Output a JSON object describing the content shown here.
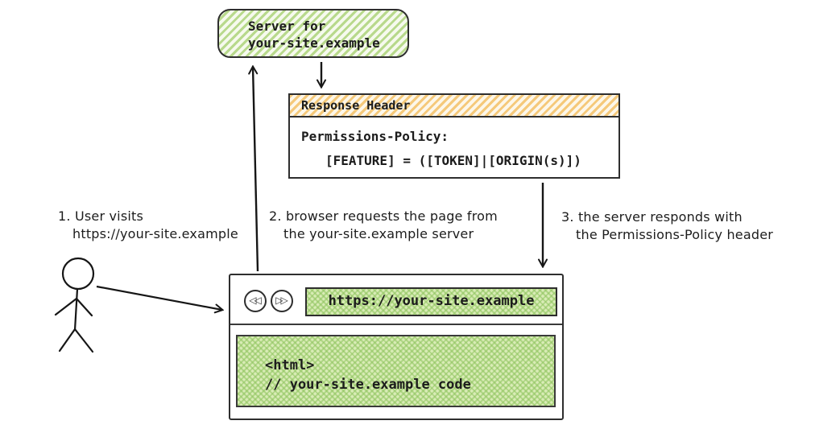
{
  "colors": {
    "ink": "#1c1c1c",
    "border": "#2e2e2e",
    "green_stripe": "#b8d98c",
    "green_bg": "#f6faee",
    "green_dense_bg": "#d9ecb6",
    "orange_stripe": "#f5c97a",
    "orange_bg": "#fdf7ea"
  },
  "server": {
    "line1": "Server for",
    "line2": "your-site.example"
  },
  "response_header": {
    "title": "Response Header",
    "policy_line1": "Permissions-Policy:",
    "policy_line2": "[FEATURE] = ([TOKEN]|[ORIGIN(s)])"
  },
  "steps": {
    "step1": {
      "line1": "1. User visits",
      "line2": "https://your-site.example"
    },
    "step2": {
      "line1": "2. browser requests the page from",
      "line2": "the your-site.example server"
    },
    "step3": {
      "line1": "3. the server responds with",
      "line2": "the Permissions-Policy header"
    }
  },
  "browser": {
    "back_icon": "◁◁",
    "forward_icon": "▷▷",
    "url": "https://your-site.example",
    "code_line1": "<html>",
    "code_line2": "// your-site.example code"
  }
}
